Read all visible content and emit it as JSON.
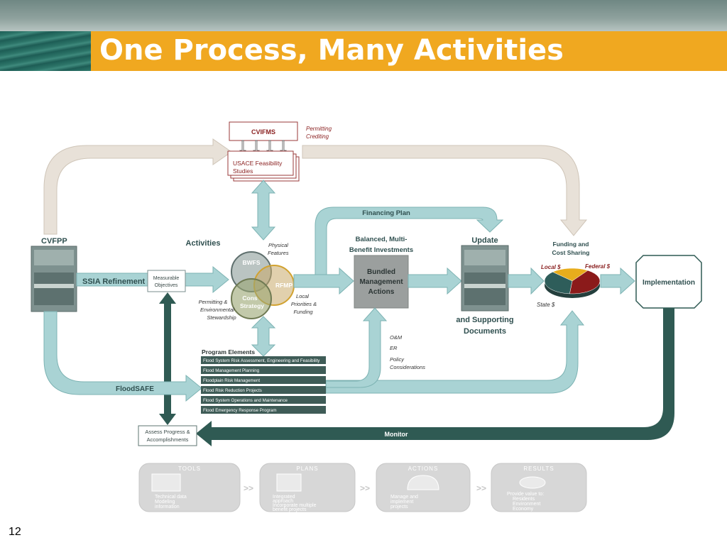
{
  "slide": {
    "title": "One Process, Many Activities",
    "page_number": "12"
  },
  "diagram": {
    "cvfpp": "CVFPP",
    "ssia_refinement": "SSIA Refinement",
    "measurable_objectives": [
      "Measurable",
      "Objectives"
    ],
    "activities": "Activities",
    "cvifms": "CVIFMS",
    "usace_feasibility": [
      "USACE Feasibility",
      "Studies"
    ],
    "permitting_crediting": [
      "Permitting",
      "Crediting"
    ],
    "financing_plan": "Financing Plan",
    "physical_features": [
      "Physical",
      "Features"
    ],
    "bwfs": "BWFS",
    "rfmp": "RFMP",
    "cons_strategy": [
      "Cons",
      "Strategy"
    ],
    "permitting_env": [
      "Permitting &",
      "Environmental",
      "Stewardship"
    ],
    "local_priorities": [
      "Local",
      "Priorities &",
      "Funding"
    ],
    "balanced_investments": [
      "Balanced, Multi-",
      "Benefit Investments"
    ],
    "bundled_actions": [
      "Bundled",
      "Management",
      "Actions"
    ],
    "update": "Update",
    "supporting_documents": [
      "and Supporting",
      "Documents"
    ],
    "funding_cost_sharing": [
      "Funding  and",
      "Cost Sharing"
    ],
    "local_dollar": "Local  $",
    "federal_dollar": "Federal  $",
    "state_dollar": "State  $",
    "implementation": "Implementation",
    "om_items": [
      "O&M",
      "ER",
      "Policy",
      "Considerations"
    ],
    "program_elements_title": "Program Elements",
    "program_elements": [
      "Flood System Risk Assessment, Engineering and Feasibility",
      "Flood Management Planning",
      "Floodplain Risk Management",
      "Flood Risk Reduction Projects",
      "Flood System Operations and Maintenance",
      "Flood Emergency Response Program"
    ],
    "floodsafe": "FloodSAFE",
    "monitor": "Monitor",
    "assess_progress": [
      "Assess Progress &",
      "Accomplishments"
    ],
    "pie": {
      "local": 0.22,
      "federal": 0.42,
      "state": 0.36,
      "colors": {
        "local": "#e8ad1c",
        "federal": "#8b1a1a",
        "state": "#2e5d5a"
      }
    }
  },
  "bottom_strip": [
    {
      "title": "TOOLS",
      "bullets": [
        "Technical data",
        "Modeling",
        "information"
      ]
    },
    {
      "title": "PLANS",
      "bullets": [
        "Integrated",
        "approach",
        "Incorporate multiple",
        "benefit projects"
      ]
    },
    {
      "title": "ACTIONS",
      "bullets": [
        "Manage and",
        "implement",
        "projects"
      ]
    },
    {
      "title": "RESULTS",
      "bullets": [
        "Provide value to:",
        "Residents",
        "Environment",
        "Economy"
      ]
    }
  ]
}
